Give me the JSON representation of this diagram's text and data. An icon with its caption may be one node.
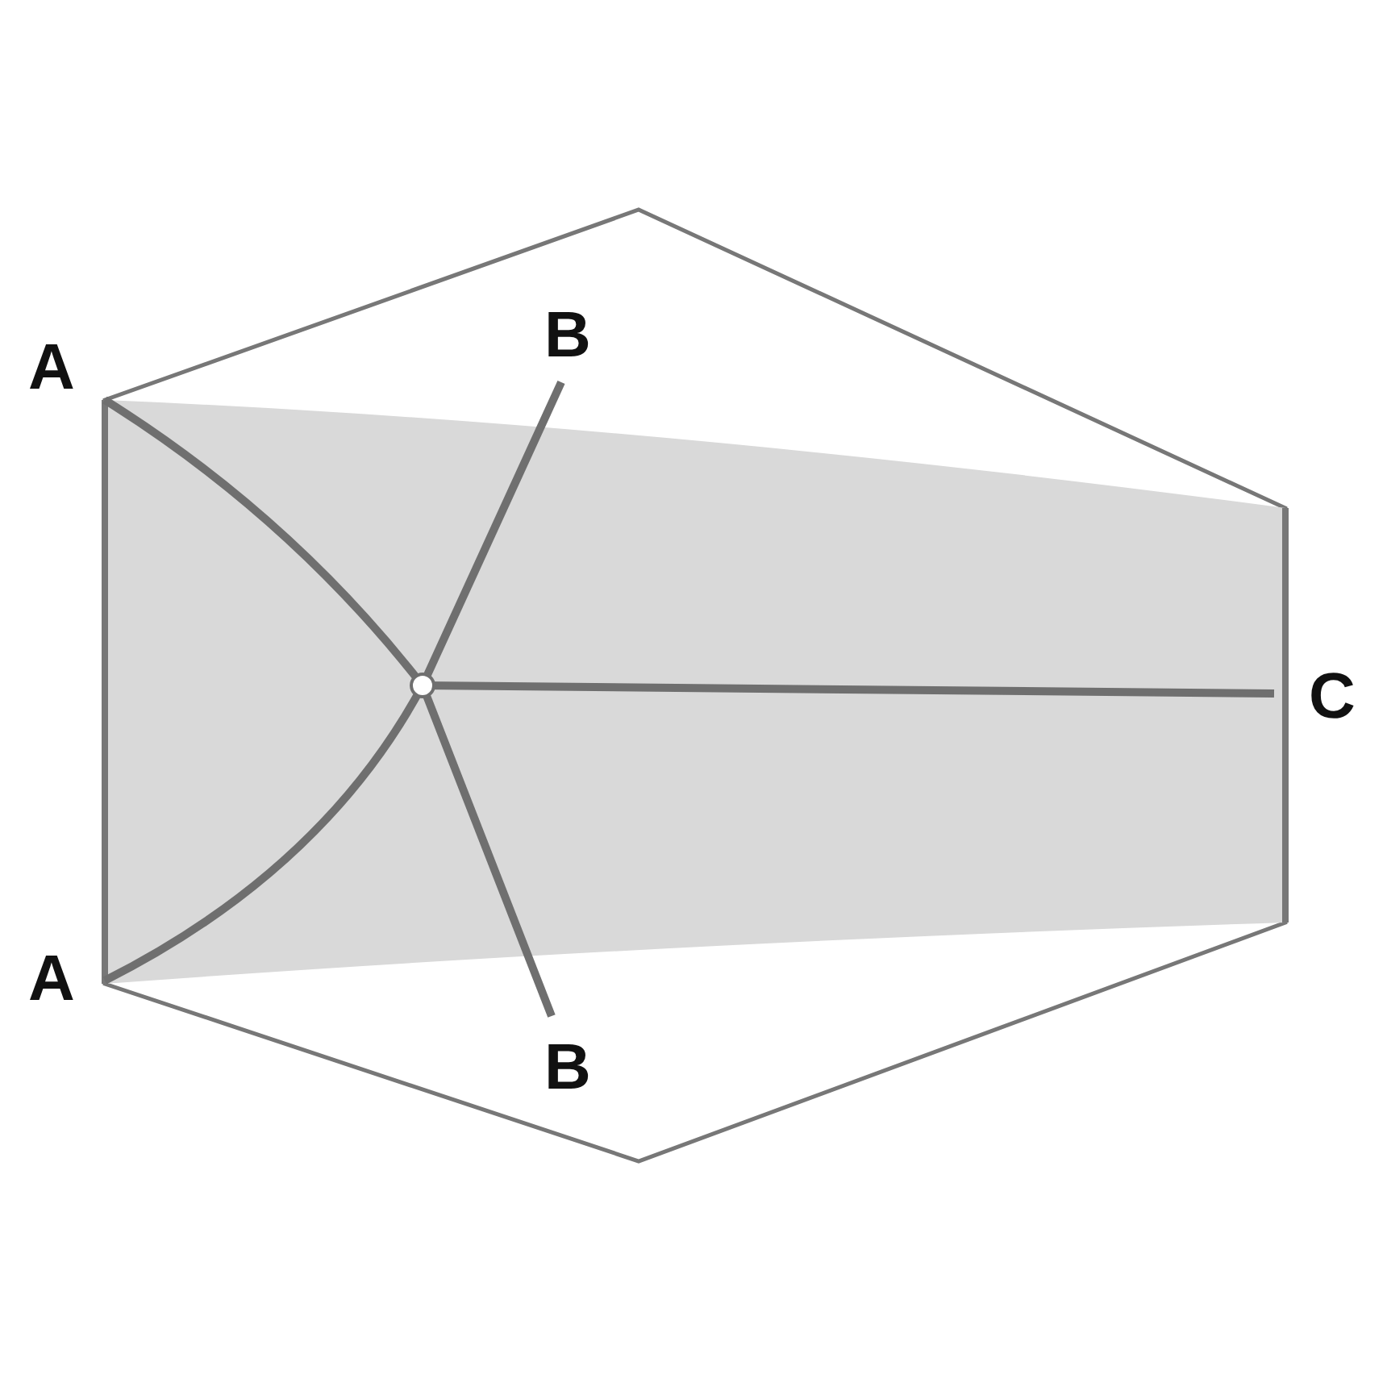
{
  "diagram": {
    "labels": [
      "A",
      "B",
      "C",
      "A",
      "B"
    ]
  }
}
